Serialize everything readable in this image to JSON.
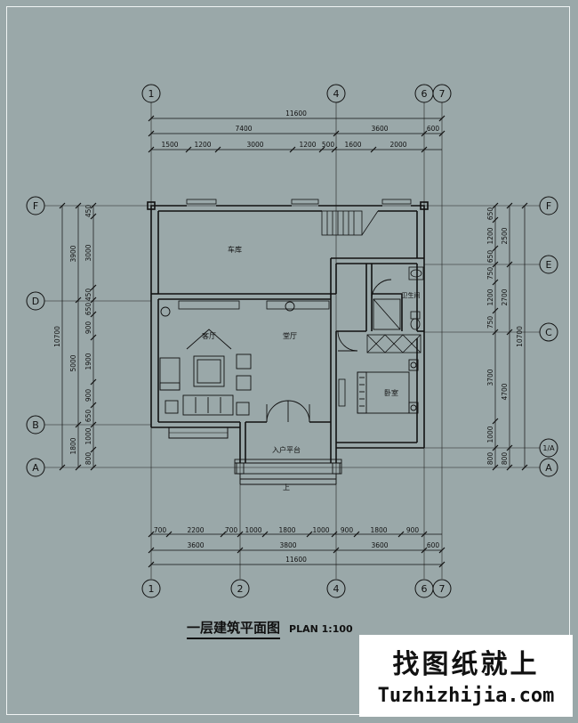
{
  "title": {
    "cn": "一层建筑平面图",
    "en": "PLAN 1:100"
  },
  "watermark": {
    "cn": "找图纸就上",
    "en": "Tuzhizhijia.com"
  },
  "axes": {
    "top": [
      "1",
      "4",
      "6",
      "7"
    ],
    "bottom": [
      "1",
      "2",
      "4",
      "6",
      "7"
    ],
    "left": [
      "F",
      "D",
      "B",
      "A"
    ],
    "right": [
      "F",
      "E",
      "C",
      "1/A",
      "A"
    ]
  },
  "dimensions": {
    "top_total": "11600",
    "top_sub": [
      "7400",
      "3600",
      "600"
    ],
    "top_detail": [
      "1500",
      "1200",
      "3000",
      "1200",
      "500",
      "1600",
      "2000"
    ],
    "bottom_detail": [
      "700",
      "2200",
      "700",
      "1000",
      "1800",
      "1000",
      "900",
      "1800",
      "900"
    ],
    "bottom_sub": [
      "3600",
      "3800",
      "3600",
      "600"
    ],
    "bottom_total": "11600",
    "left_total": "10700",
    "left_sub": [
      "3900",
      "5000",
      "1800"
    ],
    "left_detail": [
      "450",
      "3000",
      "450",
      "650",
      "900",
      "1900",
      "900",
      "650",
      "1000",
      "800"
    ],
    "right_detail": [
      "650",
      "1200",
      "650",
      "750",
      "1200",
      "750",
      "3700",
      "1000",
      "800"
    ],
    "right_sub": [
      "2500",
      "2700",
      "4700",
      "800"
    ],
    "right_total": "10700"
  },
  "rooms": {
    "garage": "车库",
    "living": "客厅",
    "hall": "堂厅",
    "bathroom": "卫生间",
    "bedroom": "卧室",
    "entry": "入户平台",
    "step": "上"
  },
  "colors": {
    "background": "#9aa8a9",
    "line": "#111111",
    "frame": "#f0f4f4"
  }
}
